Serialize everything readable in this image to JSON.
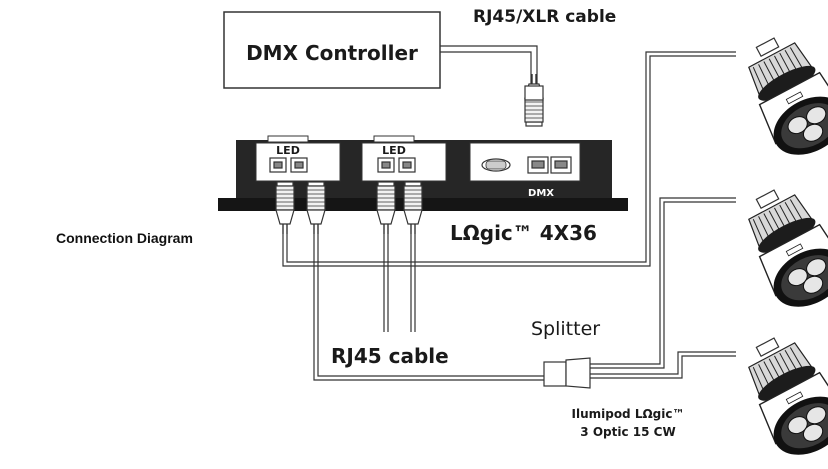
{
  "page_title": "Connection Diagram",
  "labels": {
    "controller": "DMX Controller",
    "top_cable": "RJ45/XLR cable",
    "led_left": "LED",
    "led_right": "LED",
    "dmx_port": "DMX",
    "device_name": "LΩgic™ 4X36",
    "splitter": "Splitter",
    "rj45_cable": "RJ45 cable",
    "fixture_line1": "Ilumipod LΩgic™",
    "fixture_line2": "3 Optic 15 CW"
  },
  "colors": {
    "line": "#3a3a3a",
    "device_fill": "#262626",
    "fixture_ring": "#111111"
  },
  "icons": [
    "rj45-connector-icon",
    "db9-port-icon",
    "spotlight-fixture-icon"
  ]
}
